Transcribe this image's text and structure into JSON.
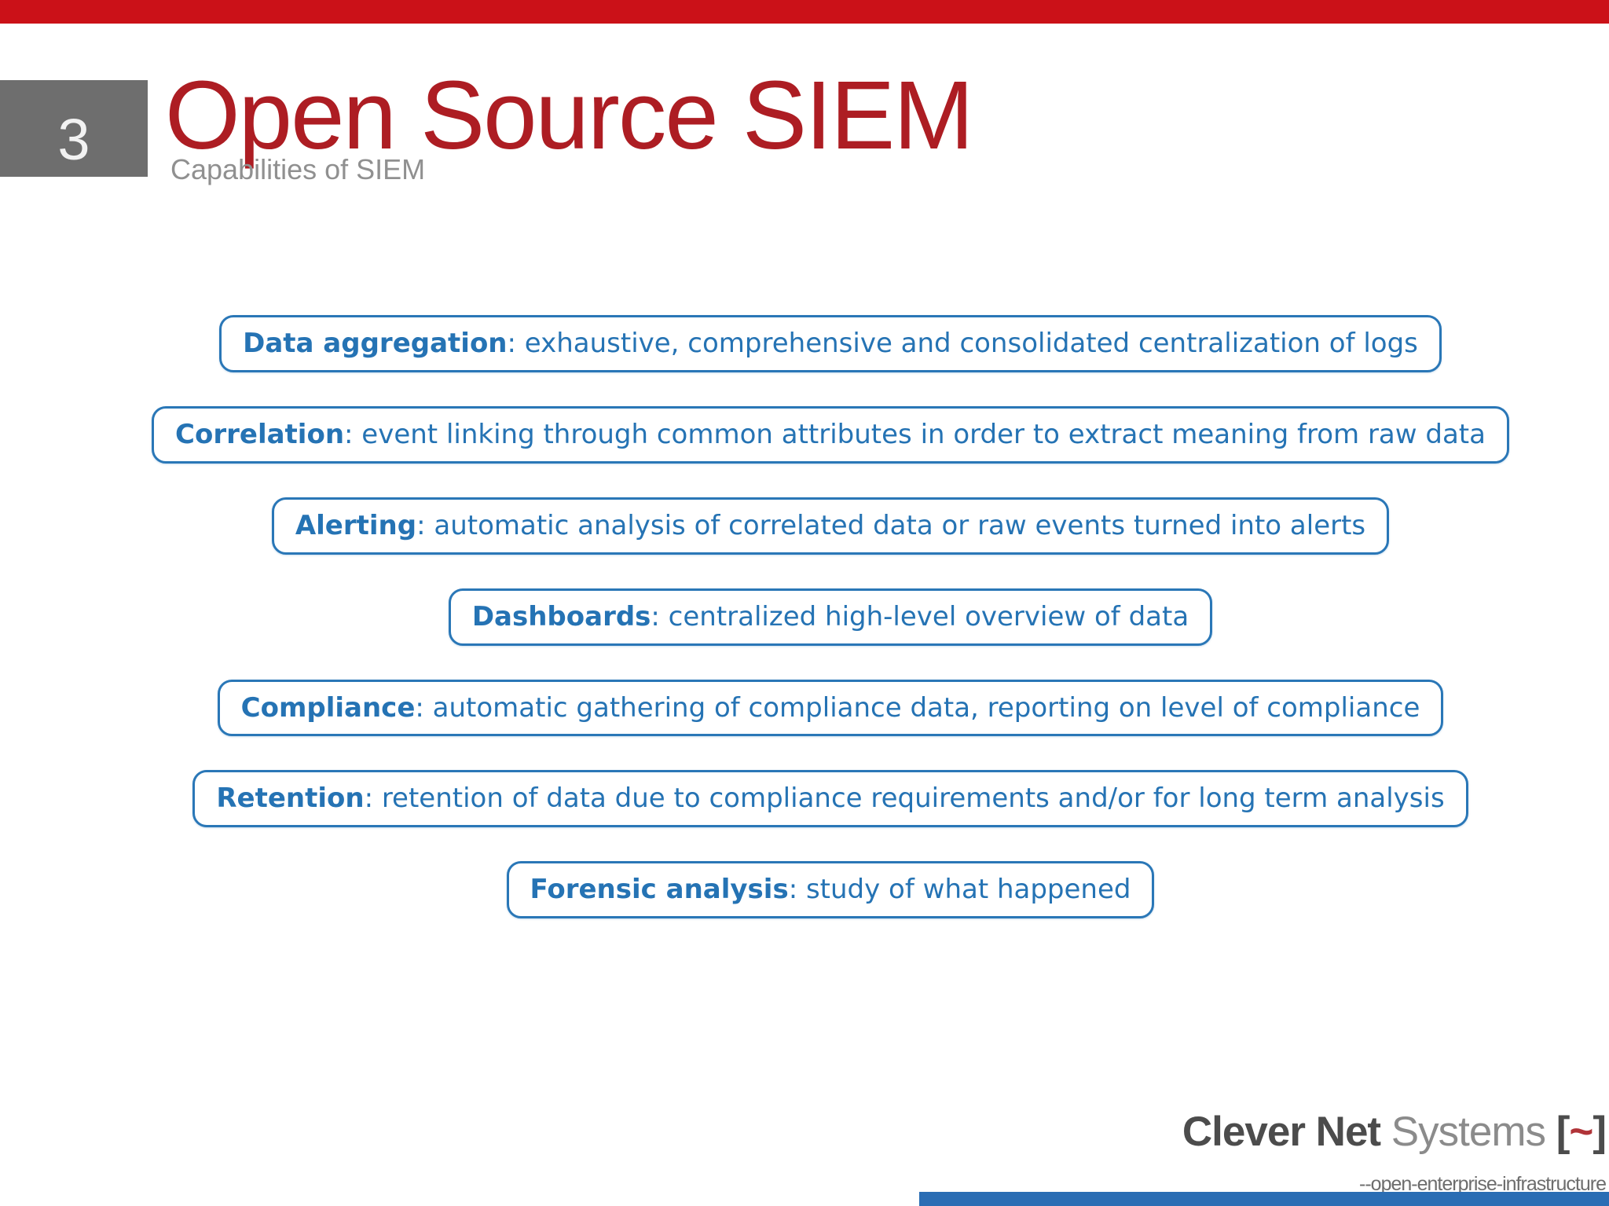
{
  "slide": {
    "number": "3",
    "title": "Open Source SIEM",
    "subtitle": "Capabilities of SIEM"
  },
  "capabilities": [
    {
      "term": "Data aggregation",
      "description": ": exhaustive, comprehensive and consolidated centralization of logs"
    },
    {
      "term": "Correlation",
      "description": ": event linking through common attributes in order to extract meaning from raw data"
    },
    {
      "term": "Alerting",
      "description": ": automatic analysis of correlated data or raw events turned into alerts"
    },
    {
      "term": "Dashboards",
      "description": ": centralized high-level overview of data"
    },
    {
      "term": "Compliance",
      "description": ": automatic gathering of compliance data, reporting on level of compliance"
    },
    {
      "term": "Retention",
      "description": ": retention of data due to compliance requirements and/or for long term analysis"
    },
    {
      "term": "Forensic analysis",
      "description": ": study of what happened"
    }
  ],
  "footer": {
    "brand_bold": "Clever Net",
    "brand_light": " Systems ",
    "bracket_open": "[",
    "tilde": "~",
    "bracket_close": "]",
    "tagline": "--open-enterprise-infrastructure"
  },
  "colors": {
    "top_bar_red": "#cb1118",
    "title_red": "#ad1d23",
    "subtitle_gray": "#909090",
    "number_box_gray": "#6e6e6e",
    "capability_blue_text": "#2573b4",
    "capability_blue_border": "#2a77b7",
    "brand_dark_gray": "#4c4c4c",
    "brand_light_gray": "#8b8b8b",
    "brand_tilde_red": "#b03338",
    "bottom_bar_blue": "#2a6db4"
  }
}
